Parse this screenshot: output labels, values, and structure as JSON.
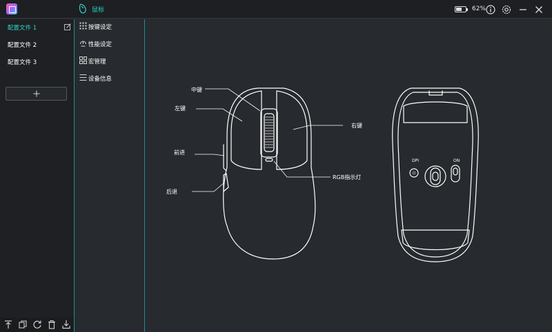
{
  "titlebar": {
    "device_name": "鼠标",
    "battery_percent": "62%",
    "battery_level": 0.62
  },
  "profiles": [
    {
      "label": "配置文件 1",
      "active": true
    },
    {
      "label": "配置文件 2",
      "active": false
    },
    {
      "label": "配置文件 3",
      "active": false
    }
  ],
  "menu": [
    {
      "label": "按键设定",
      "icon": "keypad-grid-icon"
    },
    {
      "label": "性能设定",
      "icon": "performance-icon"
    },
    {
      "label": "宏管理",
      "icon": "macro-icon"
    },
    {
      "label": "设备信息",
      "icon": "list-icon"
    }
  ],
  "bottom_tools": [
    "export-icon",
    "copy-icon",
    "reset-icon",
    "delete-icon",
    "import-icon"
  ],
  "diagram": {
    "callouts": {
      "middle": "中键",
      "left": "左键",
      "right": "右键",
      "forward": "前进",
      "back": "后退",
      "rgb": "RGB指示灯"
    },
    "bottom_labels": {
      "dpi": "DPI",
      "on": "ON"
    }
  },
  "colors": {
    "accent": "#2ad4c8",
    "background": "#272a2e",
    "sidebar": "#1e2023",
    "divider": "#1a8f90"
  }
}
